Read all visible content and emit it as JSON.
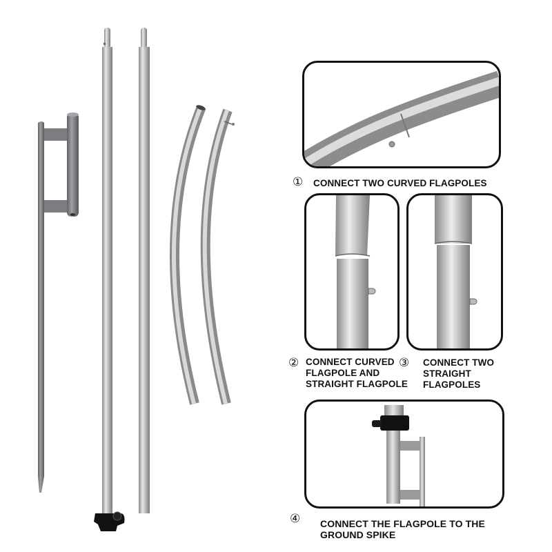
{
  "image": {
    "kind": "product assembly illustration",
    "subject": "feather flag pole kit with ground spike"
  },
  "parts": [
    {
      "id": "ground-spike",
      "label": "ground spike with offset sleeve bracket"
    },
    {
      "id": "straight-pole-bottom",
      "label": "straight flagpole with black clamp"
    },
    {
      "id": "straight-pole-top",
      "label": "straight flagpole"
    },
    {
      "id": "curved-pole-1",
      "label": "curved flagpole"
    },
    {
      "id": "curved-pole-2",
      "label": "curved flagpole with connector pin"
    }
  ],
  "steps": [
    {
      "number": "①",
      "text": "CONNECT TWO CURVED FLAGPOLES"
    },
    {
      "number": "②",
      "line1": "CONNECT CURVED",
      "line2": "FLAGPOLE AND",
      "line3": "STRAIGHT FLAGPOLE"
    },
    {
      "number": "③",
      "line1": "CONNECT TWO",
      "line2": "STRAIGHT",
      "line3": "FLAGPOLES"
    },
    {
      "number": "④",
      "line1": "CONNECT THE FLAGPOLE TO THE",
      "line2": "GROUND SPIKE"
    }
  ],
  "colors": {
    "metal_light": "#e6e6e6",
    "metal_mid": "#a9a9a9",
    "metal_dark": "#7c7c7c",
    "spike_dark": "#6f7175",
    "clamp": "#111111",
    "border": "#111111",
    "text": "#111111"
  }
}
